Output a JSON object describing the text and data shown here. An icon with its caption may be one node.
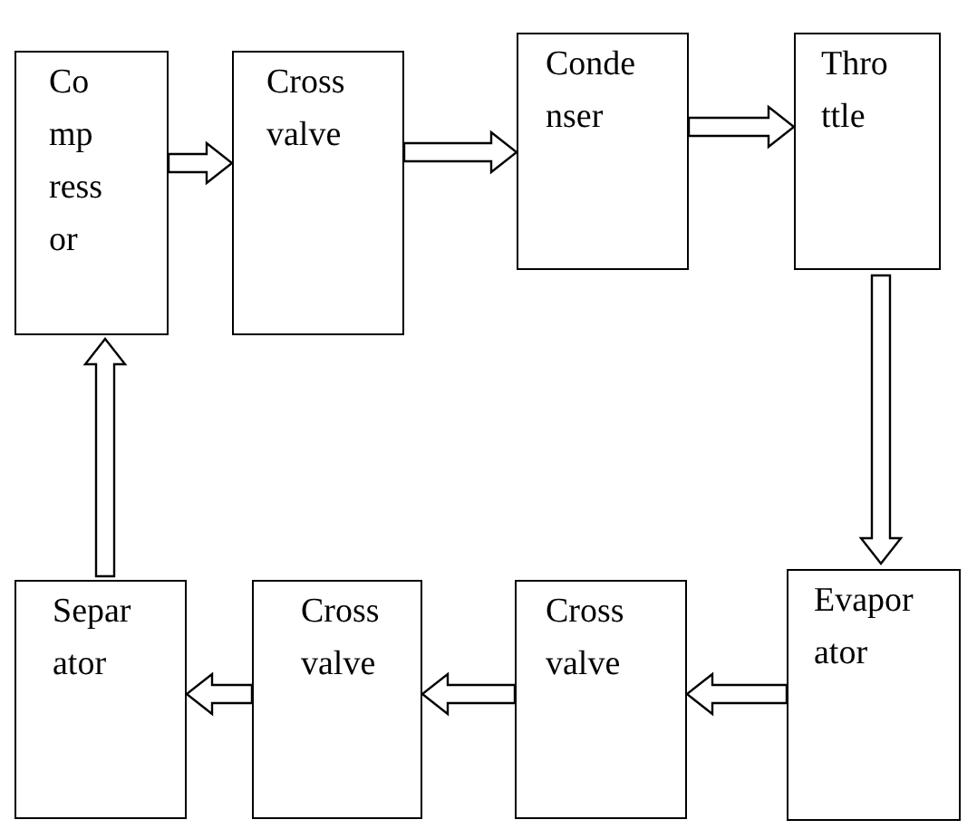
{
  "diagram": {
    "nodes": [
      {
        "text": [
          "Co mp ress or"
        ]
      },
      {
        "text": [
          "Cross valve"
        ]
      },
      {
        "text": [
          "Conde nser"
        ]
      },
      {
        "text": [
          "Thro ttle"
        ]
      },
      {
        "text": [
          "Evapor ator"
        ]
      },
      {
        "text": [
          "Cross valve"
        ]
      },
      {
        "text": [
          "Cross valve"
        ]
      },
      {
        "text": [
          "Separ ator"
        ]
      }
    ],
    "edges": [
      {
        "from": 0,
        "to": 1,
        "arrow": "to"
      },
      {
        "from": 1,
        "to": 2,
        "arrow": "to"
      },
      {
        "from": 2,
        "to": 3,
        "arrow": "to"
      },
      {
        "from": 3,
        "to": 4,
        "arrow": "to"
      },
      {
        "from": 4,
        "to": 5,
        "arrow": "to"
      },
      {
        "from": 5,
        "to": 6,
        "arrow": "to"
      },
      {
        "from": 6,
        "to": 7,
        "arrow": "to"
      },
      {
        "from": 7,
        "to": 0,
        "arrow": "to"
      }
    ]
  }
}
